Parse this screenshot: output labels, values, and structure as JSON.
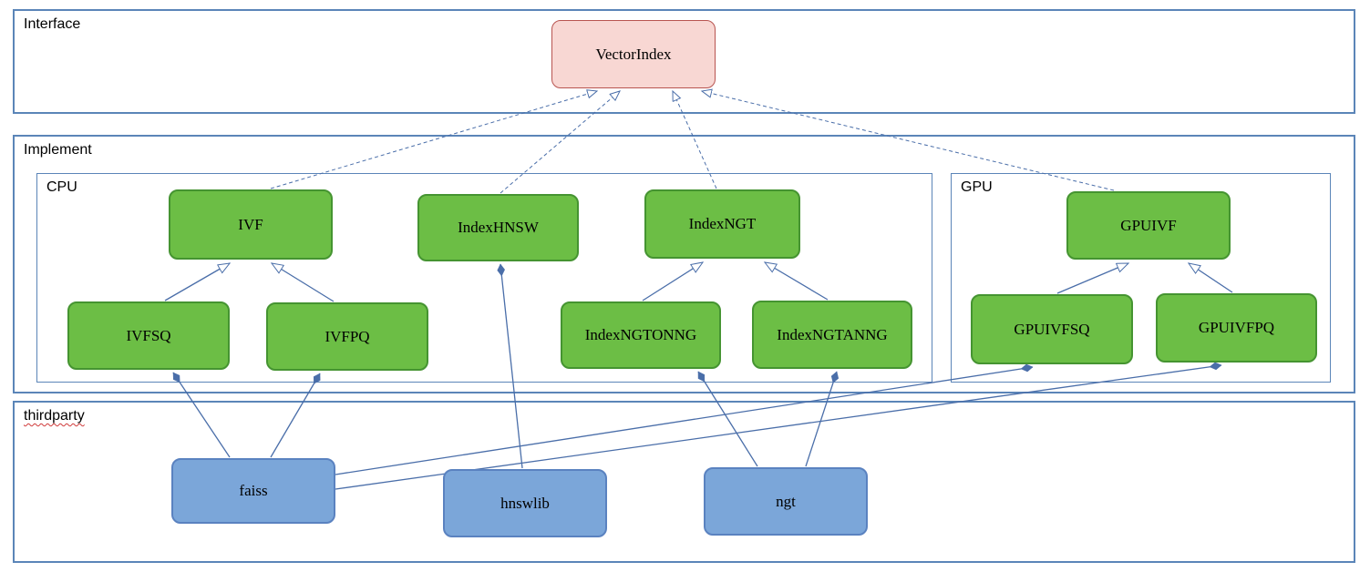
{
  "diagram": {
    "containers": {
      "interface": "Interface",
      "implement": "Implement",
      "cpu": "CPU",
      "gpu": "GPU",
      "thirdparty": "thirdparty"
    },
    "nodes": {
      "vectorindex": "VectorIndex",
      "ivf": "IVF",
      "indexhnsw": "IndexHNSW",
      "indexngt": "IndexNGT",
      "gpuivf": "GPUIVF",
      "ivfsq": "IVFSQ",
      "ivfpq": "IVFPQ",
      "indexngtonng": "IndexNGTONNG",
      "indexngtanng": "IndexNGTANNG",
      "gpuivfsq": "GPUIVFSQ",
      "gpuivfpq": "GPUIVFPQ",
      "faiss": "faiss",
      "hnswlib": "hnswlib",
      "ngt": "ngt"
    },
    "relations": {
      "realization": [
        {
          "from": "ivf",
          "to": "vectorindex"
        },
        {
          "from": "indexhnsw",
          "to": "vectorindex"
        },
        {
          "from": "indexngt",
          "to": "vectorindex"
        },
        {
          "from": "gpuivf",
          "to": "vectorindex"
        }
      ],
      "generalization": [
        {
          "from": "ivfsq",
          "to": "ivf"
        },
        {
          "from": "ivfpq",
          "to": "ivf"
        },
        {
          "from": "indexngtonng",
          "to": "indexngt"
        },
        {
          "from": "indexngtanng",
          "to": "indexngt"
        },
        {
          "from": "gpuivfsq",
          "to": "gpuivf"
        },
        {
          "from": "gpuivfpq",
          "to": "gpuivf"
        }
      ],
      "composition": [
        {
          "from": "faiss",
          "to": "ivfsq"
        },
        {
          "from": "faiss",
          "to": "ivfpq"
        },
        {
          "from": "faiss",
          "to": "gpuivfsq"
        },
        {
          "from": "faiss",
          "to": "gpuivfpq"
        },
        {
          "from": "hnswlib",
          "to": "indexhnsw"
        },
        {
          "from": "ngt",
          "to": "indexngtonng"
        },
        {
          "from": "ngt",
          "to": "indexngtanng"
        }
      ]
    },
    "colors": {
      "interface_node_fill": "#f8d7d3",
      "interface_node_border": "#b85450",
      "implement_node_fill": "#6cbe45",
      "implement_node_border": "#459431",
      "thirdparty_node_fill": "#7ba6d9",
      "thirdparty_node_border": "#5a82c0",
      "container_border": "#5b85b8",
      "edge": "#4a6ea9",
      "spellcheck_underline": "#d03a3a"
    }
  }
}
